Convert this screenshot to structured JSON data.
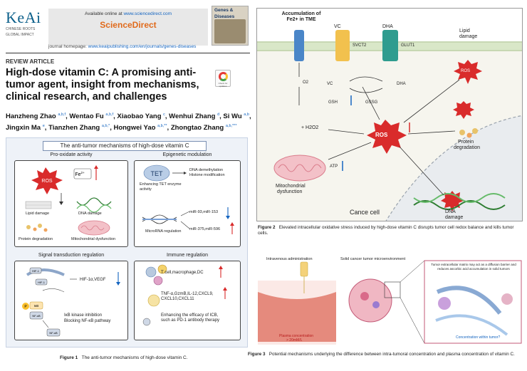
{
  "journal": {
    "publisher": "KeAi",
    "publisher_sub": [
      "CHINESE ROOTS",
      "GLOBAL IMPACT"
    ],
    "available_prefix": "Available online at ",
    "available_link": "www.sciencedirect.com",
    "sciencedirect": "ScienceDirect",
    "homepage_prefix": "journal homepage: ",
    "homepage_link": "www.keaipublishing.com/en/journals/genes-diseases",
    "cover_title": [
      "Genes &",
      "Diseases"
    ]
  },
  "article": {
    "type": "REVIEW ARTICLE",
    "title": "High-dose vitamin C: A promising anti-tumor agent, insight from mechanisms, clinical research, and challenges",
    "update_badge": "Check for updates",
    "authors": [
      {
        "name": "Hanzheng Zhao",
        "sup": "a,b,f",
        "sep": ", "
      },
      {
        "name": "Wentao Fu",
        "sup": "a,b,f",
        "sep": ", "
      },
      {
        "name": "Xiaobao Yang",
        "sup": "c",
        "sep": ", "
      },
      {
        "name": "Wenhui Zhang",
        "sup": "d",
        "sep": ", "
      },
      {
        "name": "Si Wu",
        "sup": "a,b",
        "sep": ", "
      },
      {
        "name": "Jingxin Ma",
        "sup": "e",
        "sep": ", "
      },
      {
        "name": "Tianzhen Zhang",
        "sup": "a,b,*",
        "sep": ", "
      },
      {
        "name": "Hongwei Yao",
        "sup": "a,b,**",
        "sep": ", "
      },
      {
        "name": "Zhongtao Zhang",
        "sup": "a,b,***",
        "sep": ""
      }
    ]
  },
  "figure1": {
    "title": "The anti-tumor mechanisms of high-dose vitamin C",
    "panels": {
      "prooxidant": {
        "heading": "Pro-oxidate activity",
        "ros": "ROS",
        "fe": "Fe",
        "fe_sup": "2+",
        "lipid": "Lipid damage",
        "dna": "DNA damage",
        "protein": "Protein degradation",
        "mito": "Mitochondrial dysfunction"
      },
      "epigenetic": {
        "heading": "Epigenetic modulation",
        "tet": "TET",
        "tet_sub": "Enhancing TET enzyme activity",
        "effect1": "DNA demethylation",
        "effect2": "Histone modification",
        "mir1": "miR-93,miR-153",
        "mir2": "miR-375,miR-596",
        "mirna": "MicroRNA regulation"
      },
      "signal": {
        "heading": "Signal transduction regulation",
        "hif": "HIF-1α,VEGF",
        "ikb1": "IκB kinase inhibition",
        "ikb2": "Blocking NF-κB pathway",
        "nfkb": "NF-κB",
        "hif_tag": "HIF-1",
        "p": "P",
        "ikb_tag": "IκB"
      },
      "immune": {
        "heading": "Immune regulation",
        "cells": "T cell,macrophage,DC",
        "cyto1": "TNF-α,GzmB,IL-12,CXCL9,",
        "cyto2": "CXCL10,CXCL11",
        "icb1": "Enhancing the efficacy of ICB,",
        "icb2": "such as PD-1 antibody therapy"
      }
    },
    "caption_label": "Figure 1",
    "caption_text": "The anti-tumor mechanisms of high-dose vitamin C."
  },
  "figure2": {
    "top_left": [
      "Accumulation of",
      "Fe2+ in TME"
    ],
    "vc": "VC",
    "dha": "DHA",
    "svct2": "SVCT2",
    "glut1": "GLUT1",
    "lipid": [
      "Lipid",
      "damage"
    ],
    "gsh": "GSH",
    "gssg": "GSSG",
    "o2": "O2",
    "fe_h2o2": "+ H2O2",
    "ros": "ROS",
    "protein": [
      "Protein",
      "degradation"
    ],
    "atp": "ATP",
    "mito": [
      "Mitochondrial",
      "dysfunction"
    ],
    "cell": "Cance cell",
    "dna": [
      "DNA",
      "damage"
    ],
    "caption_label": "Figure 2",
    "caption_text": "Elevated intracellular oxidative stress induced by high-dose vitamin C disrupts tumor cell redox balance and kills tumor cells."
  },
  "figure3": {
    "iv": "Intravenous administration",
    "tme": "Solid cancer tumor microenvironment",
    "matrix": "Tumor extracellular matrix may act as a diffusion barrier and reduces ascorbic acid accumulation in solid tumors",
    "plasma": [
      "Plasma concentration",
      "> 20mM/L"
    ],
    "within": "Concentration within tumor?",
    "caption_label": "Figure 3",
    "caption_text": "Potential mechanisms underlying the difference between intra-tumoral concentration and plasma concentration of vitamin C."
  },
  "colors": {
    "ros_red": "#d92b2b",
    "blue_link": "#1565c0",
    "elsevier_orange": "#e06a1b"
  }
}
